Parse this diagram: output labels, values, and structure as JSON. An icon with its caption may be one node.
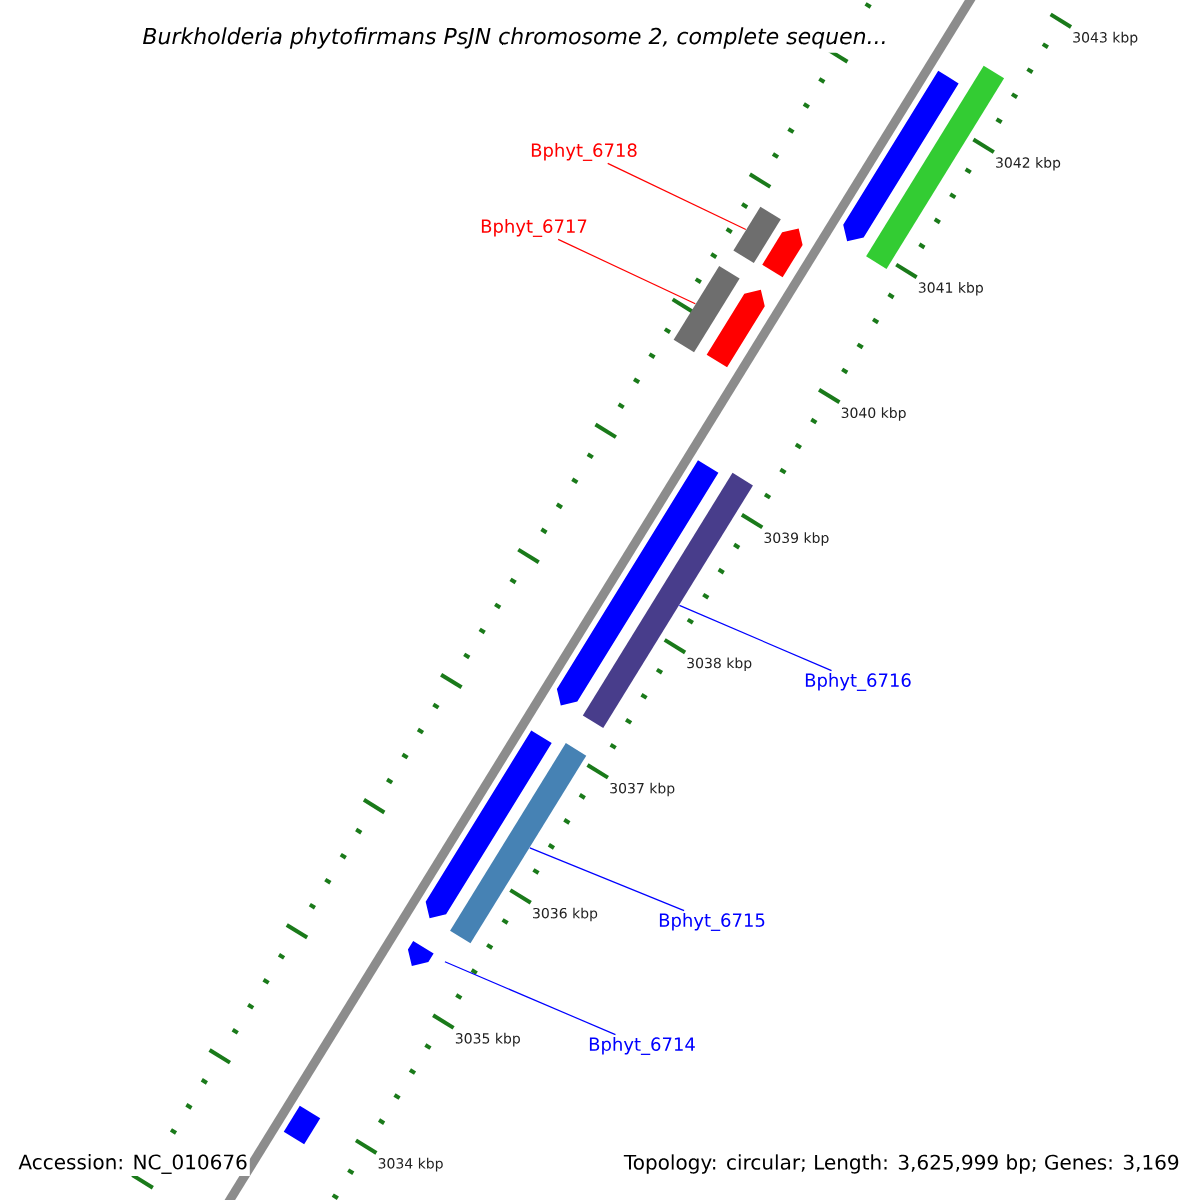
{
  "diagram": {
    "title": "Burkholderia phytofirmans PsJN chromosome 2, complete sequen...",
    "nodes": [
      {
        "text": [
          "Bphyt_6718"
        ]
      },
      {
        "text": [
          "Bphyt_6717"
        ]
      },
      {
        "text": [
          "Bphyt_6716"
        ]
      },
      {
        "text": [
          "Bphyt_6715"
        ]
      },
      {
        "text": [
          "Bphyt_6714"
        ]
      },
      {
        "text": [],
        "shape": "bar"
      },
      {
        "text": [],
        "shape": "bar"
      },
      {
        "text": [],
        "shape": "bar"
      },
      {
        "text": [],
        "shape": "bar"
      },
      {
        "text": [],
        "shape": "arrow"
      },
      {
        "text": [],
        "shape": "arrow"
      },
      {
        "text": [],
        "shape": "arrow"
      },
      {
        "text": [],
        "shape": "bar"
      },
      {
        "text": [],
        "shape": "arrow"
      },
      {
        "text": [],
        "shape": "arrow"
      },
      {
        "text": [],
        "shape": "arrow"
      },
      {
        "text": [],
        "shape": "bar"
      }
    ],
    "edges": [
      {
        "from": 0,
        "to": 5,
        "arrow": "none",
        "color": "#ff0000"
      },
      {
        "from": 1,
        "to": 6,
        "arrow": "none",
        "color": "#ff0000"
      },
      {
        "from": 2,
        "to": 7,
        "arrow": "none"
      },
      {
        "from": 3,
        "to": 8,
        "arrow": "none"
      },
      {
        "from": 4,
        "to": 9,
        "arrow": "none"
      }
    ],
    "labels": [
      "3043 kbp",
      "3042 kbp",
      "3041 kbp",
      "3040 kbp",
      "3039 kbp",
      "3038 kbp",
      "3037 kbp",
      "3036 kbp",
      "3035 kbp",
      "3034 kbp",
      "Accession: NC_010676",
      "Topology: circular; Length: 3,625,999 bp; Genes: 3,169"
    ]
  }
}
